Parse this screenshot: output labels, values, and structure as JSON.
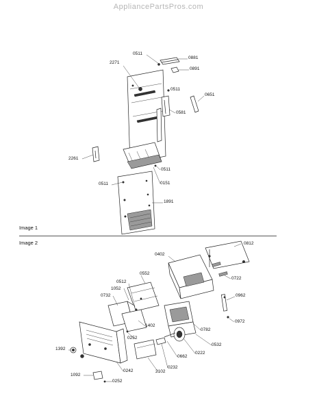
{
  "header": {
    "site": "AppliancePartsPros.com"
  },
  "sections": {
    "image1": "Image 1",
    "image2": "Image 2"
  },
  "parts": {
    "p0511_top": "0511",
    "p0881": "0881",
    "p2271": "2271",
    "p0891": "0891",
    "p0511_mid": "0511",
    "p0651": "0651",
    "p0581": "0581",
    "p2261": "2261",
    "p0511_low": "0511",
    "p0511_left": "0511",
    "p0151": "0151",
    "p1891": "1891",
    "p0812": "0812",
    "p0402": "0402",
    "p0722": "0722",
    "p0552": "0552",
    "p0512": "0512",
    "p1052": "1052",
    "p0732": "0732",
    "p0962": "0962",
    "p1402": "1402",
    "p0972": "0972",
    "p0782": "0782",
    "p0252_mid": "0252",
    "p0532": "0532",
    "p1392": "1392",
    "p0662": "0662",
    "p0222": "0222",
    "p0232": "0232",
    "p0242": "0242",
    "p2102": "2102",
    "p1092": "1092",
    "p0252_low": "0252"
  }
}
